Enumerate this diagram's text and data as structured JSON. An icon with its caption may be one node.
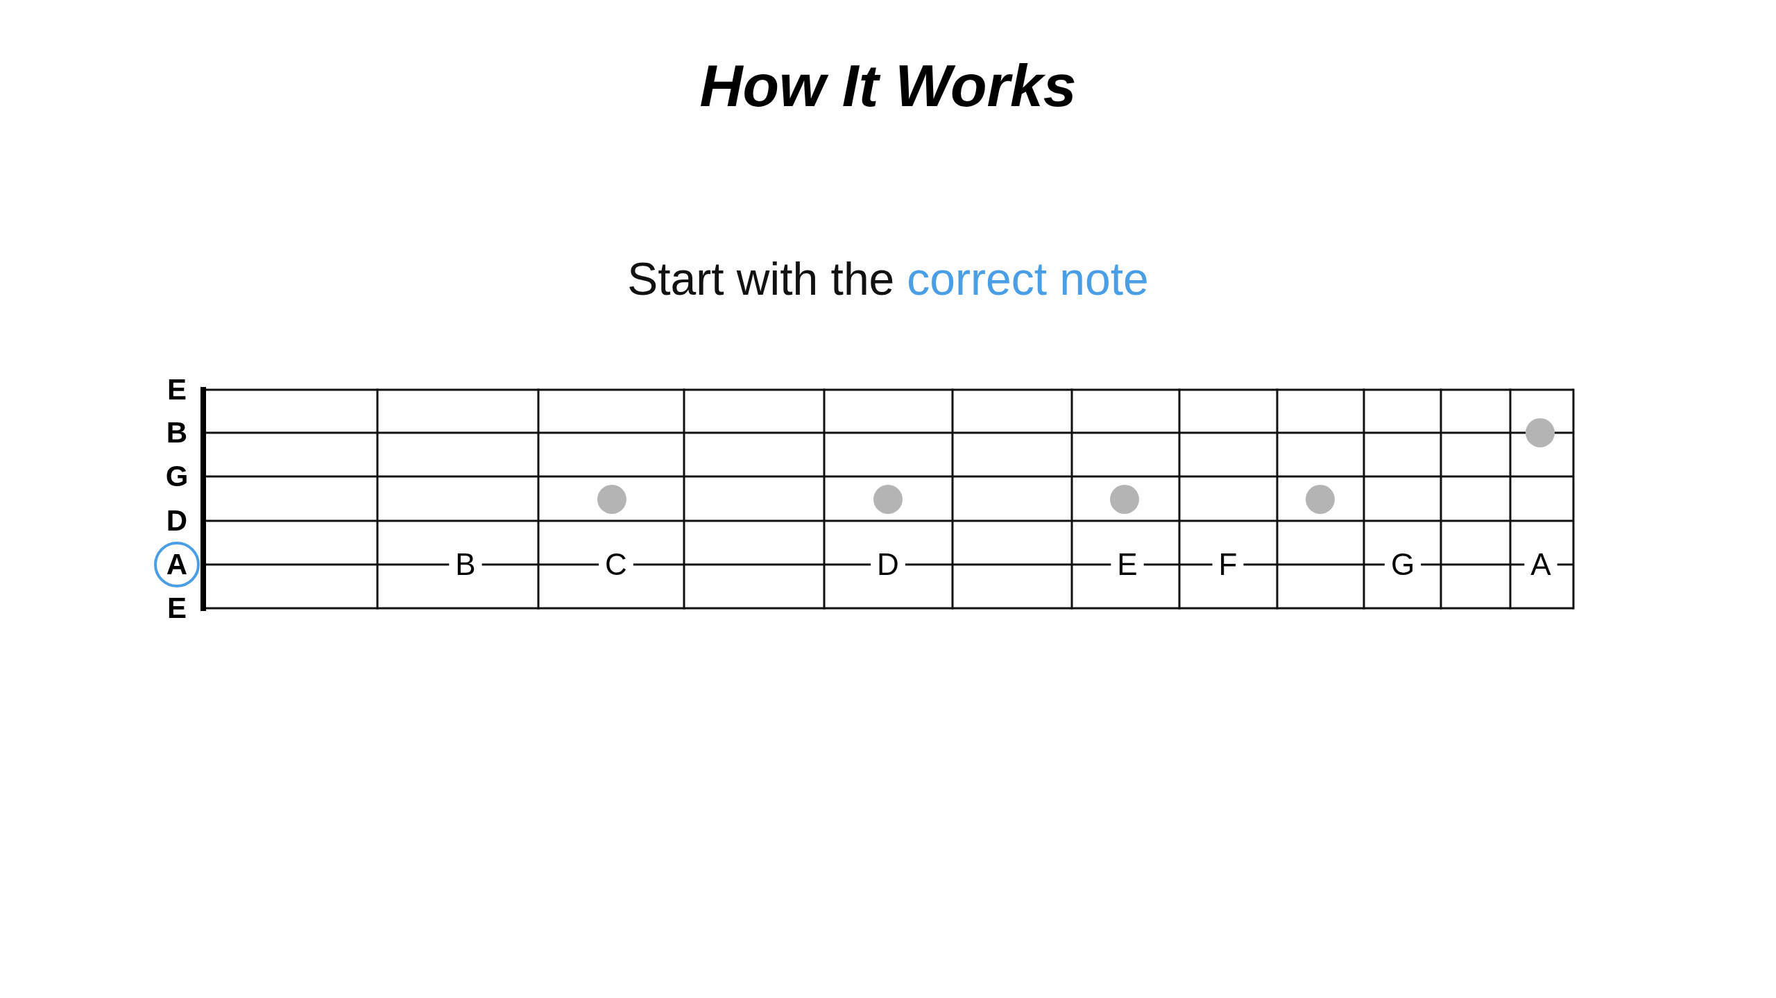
{
  "diagram": {
    "title": "How It Works",
    "nodes": [
      {
        "text": [
          "A"
        ]
      }
    ],
    "labels": [
      "Start with the",
      "correct note",
      "E",
      "B",
      "G",
      "D",
      "E",
      "B",
      "C",
      "D",
      "E",
      "F",
      "G",
      "A"
    ]
  }
}
